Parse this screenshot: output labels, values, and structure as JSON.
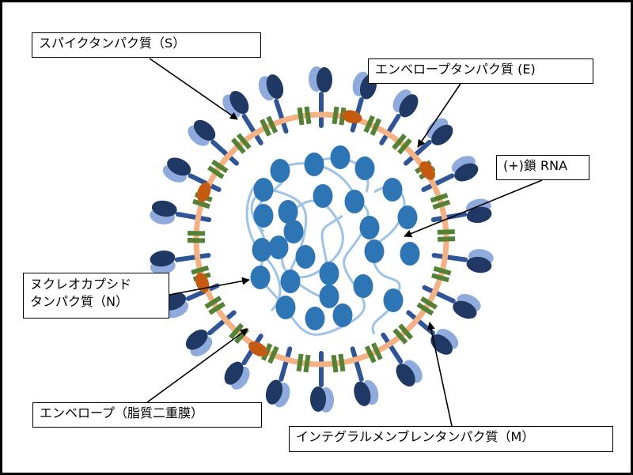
{
  "labels": {
    "spike": "スパイクタンパク質（S）",
    "envelope_protein": "エンベロープタンパク質 (E)",
    "rna": "(+)鎖 RNA",
    "nucleocapsid_line1": "ヌクレオカプシド",
    "nucleocapsid_line2": "タンパク質（N）",
    "envelope": "エンベロープ（脂質二重膜）",
    "membrane": "インテグラルメンブレンタンパク質（M）"
  },
  "colors": {
    "membrane": "#f4b183",
    "spike_dark": "#1f3864",
    "spike_light": "#8faadc",
    "spike_stalk": "#2f5597",
    "m_protein": "#548235",
    "e_protein": "#c55a11",
    "n_protein": "#2e75b6",
    "rna": "#9dc3e6"
  }
}
